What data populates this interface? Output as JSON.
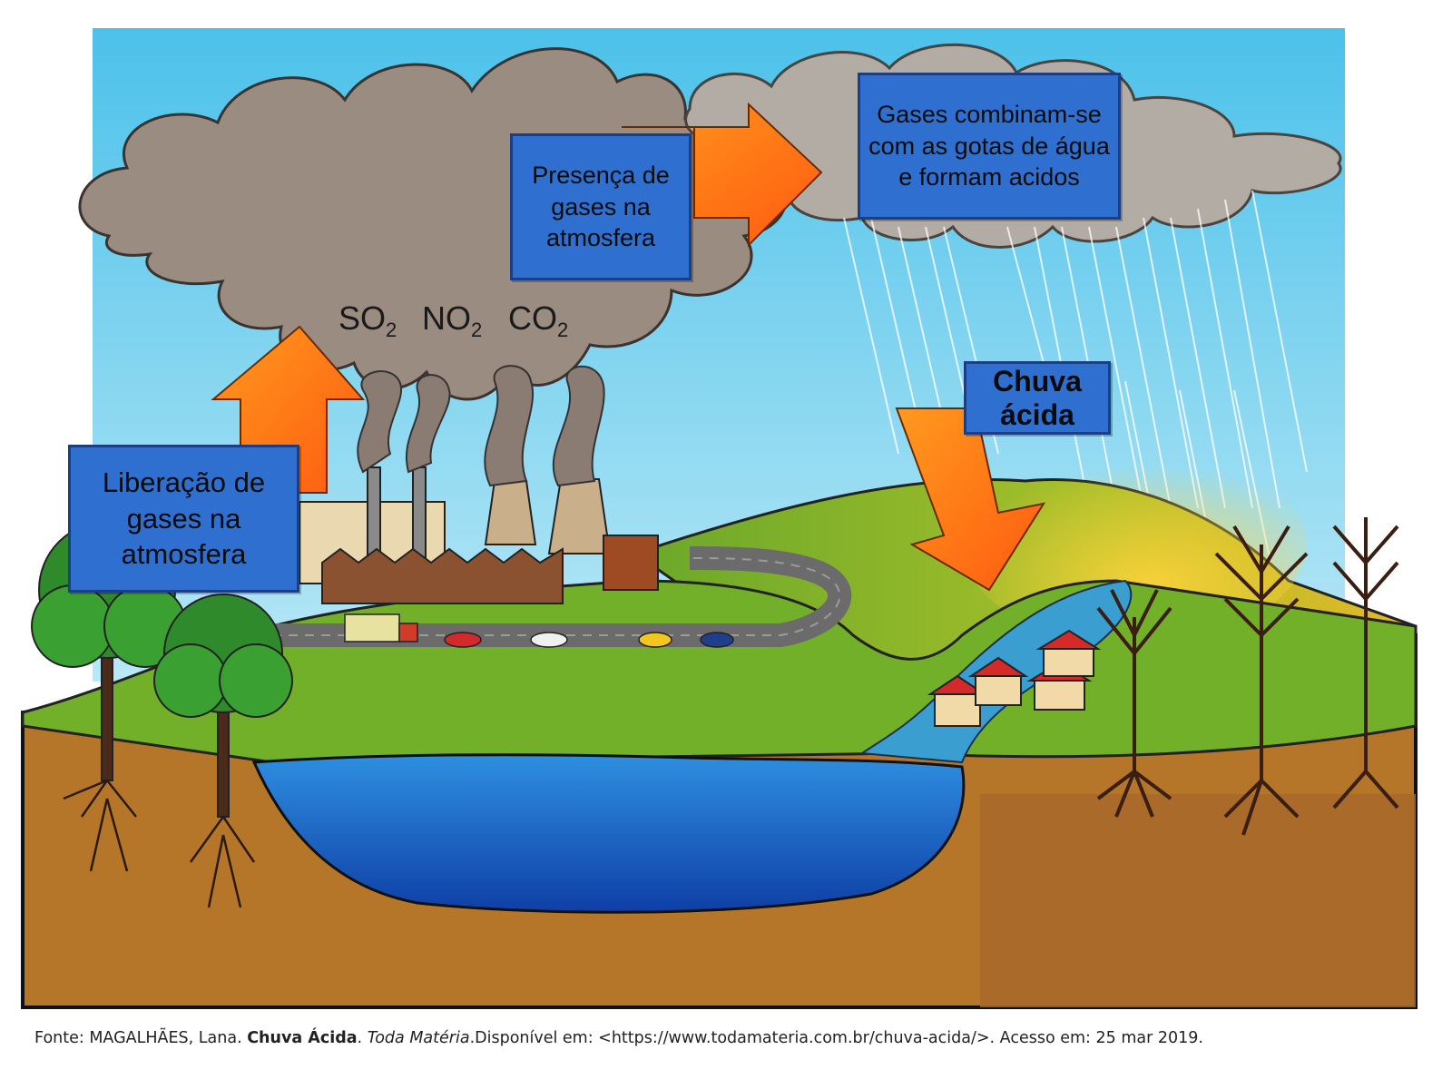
{
  "diagram": {
    "labels": {
      "release": "Liberação de gases na atmosfera",
      "presence": "Presença de gases na atmosfera",
      "combine": "Gases combinam-se com as gotas de água e formam acidos",
      "acid_rain": "Chuva ácida"
    },
    "gases": [
      {
        "symbol": "SO",
        "subscript": "2"
      },
      {
        "symbol": "NO",
        "subscript": "2"
      },
      {
        "symbol": "CO",
        "subscript": "2"
      }
    ],
    "colors": {
      "sky": "#4fc3ea",
      "cloud": "#9a8c82",
      "label_box": "#2f6fd0",
      "arrow": "#ff7a10",
      "grass": "#6fae2a",
      "soil": "#b5762a",
      "water": "#2a72c8"
    }
  },
  "caption": {
    "prefix": "Fonte: MAGALHÃES, Lana. ",
    "title": "Chuva Ácida",
    "sep": ". ",
    "site": "Toda Matéria",
    "rest": ".Disponível em: <https://www.todamateria.com.br/chuva-acida/>. Acesso em: 25 mar 2019."
  }
}
